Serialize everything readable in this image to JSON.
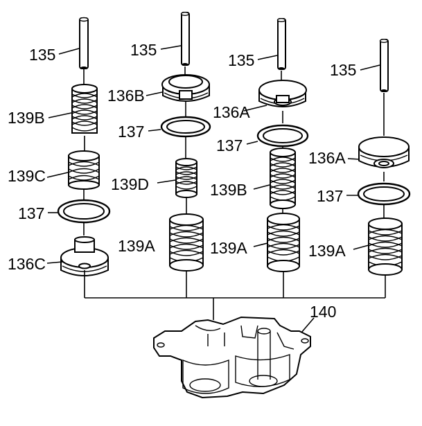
{
  "labels": {
    "c1_135": "135",
    "c1_139b": "139B",
    "c1_139c": "139C",
    "c1_137": "137",
    "c1_136c": "136C",
    "c2_135": "135",
    "c2_136b": "136B",
    "c2_137": "137",
    "c2_139d": "139D",
    "c2_139a": "139A",
    "c3_135": "135",
    "c3_136a": "136A",
    "c3_137": "137",
    "c3_139b": "139B",
    "c3_139a": "139A",
    "c4_135": "135",
    "c4_136a": "136A",
    "c4_137": "137",
    "c4_139a": "139A",
    "body_140": "140"
  }
}
